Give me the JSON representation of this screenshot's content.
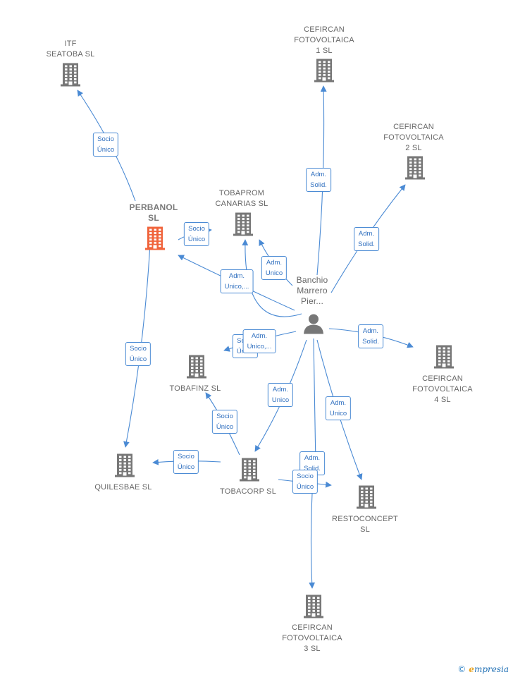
{
  "colors": {
    "edge": "#4a8ad4",
    "building": "#777777",
    "focus_building": "#f0643c",
    "person": "#777777"
  },
  "nodes": [
    {
      "id": "itf",
      "lines": [
        "ITF",
        "SEATOBA  SL"
      ],
      "icon": "building-icon"
    },
    {
      "id": "cef1",
      "lines": [
        "CEFIRCAN",
        "FOTOVOLTAICA",
        "1 SL"
      ],
      "icon": "building-icon"
    },
    {
      "id": "cef2",
      "lines": [
        "CEFIRCAN",
        "FOTOVOLTAICA",
        "2 SL"
      ],
      "icon": "building-icon"
    },
    {
      "id": "perbanol",
      "lines": [
        "PERBANOL",
        "SL"
      ],
      "icon": "building-icon",
      "focus": true
    },
    {
      "id": "tobaprom",
      "lines": [
        "TOBAPROM",
        "CANARIAS  SL"
      ],
      "icon": "building-icon"
    },
    {
      "id": "banchio",
      "lines": [
        "Banchio",
        "Marrero",
        "Pier..."
      ],
      "icon": "person-icon"
    },
    {
      "id": "cef4",
      "lines": [
        "CEFIRCAN",
        "FOTOVOLTAICA",
        "4 SL"
      ],
      "icon": "building-icon"
    },
    {
      "id": "tobafinz",
      "lines": [
        "TOBAFINZ  SL"
      ],
      "icon": "building-icon"
    },
    {
      "id": "quilesbae",
      "lines": [
        "QUILESBAE  SL"
      ],
      "icon": "building-icon"
    },
    {
      "id": "tobacorp",
      "lines": [
        "TOBACORP  SL"
      ],
      "icon": "building-icon"
    },
    {
      "id": "restoconcept",
      "lines": [
        "RESTOCONCEPT",
        "SL"
      ],
      "icon": "building-icon"
    },
    {
      "id": "cef3",
      "lines": [
        "CEFIRCAN",
        "FOTOVOLTAICA",
        "3 SL"
      ],
      "icon": "building-icon"
    }
  ],
  "edges": [
    {
      "id": "e1",
      "label": [
        "Socio",
        "Único"
      ]
    },
    {
      "id": "e2",
      "label": [
        "Adm.",
        "Solid."
      ]
    },
    {
      "id": "e3",
      "label": [
        "Adm.",
        "Solid."
      ]
    },
    {
      "id": "e4",
      "label": [
        "Socio",
        "Único"
      ]
    },
    {
      "id": "e5",
      "label": [
        "Adm.",
        "Unico"
      ]
    },
    {
      "id": "e6",
      "label": [
        "Adm.",
        "Unico,..."
      ]
    },
    {
      "id": "e7",
      "label": [
        "Adm.",
        "Solid."
      ]
    },
    {
      "id": "e8",
      "label": [
        "Socio",
        "Único"
      ]
    },
    {
      "id": "e9",
      "label": [
        "Socio",
        "Único"
      ]
    },
    {
      "id": "e10",
      "label": [
        "Adm.",
        "Unico,..."
      ]
    },
    {
      "id": "e11",
      "label": [
        "Adm.",
        "Unico"
      ]
    },
    {
      "id": "e12",
      "label": [
        "Adm.",
        "Unico"
      ]
    },
    {
      "id": "e13",
      "label": [
        "Socio",
        "Único"
      ]
    },
    {
      "id": "e14",
      "label": [
        "Socio",
        "Único"
      ]
    },
    {
      "id": "e15",
      "label": [
        "Adm.",
        "Solid."
      ]
    },
    {
      "id": "e16",
      "label": [
        "Socio",
        "Único"
      ]
    }
  ],
  "brand": {
    "text": "mpresia",
    "initial": "e",
    "copyright": "©"
  }
}
